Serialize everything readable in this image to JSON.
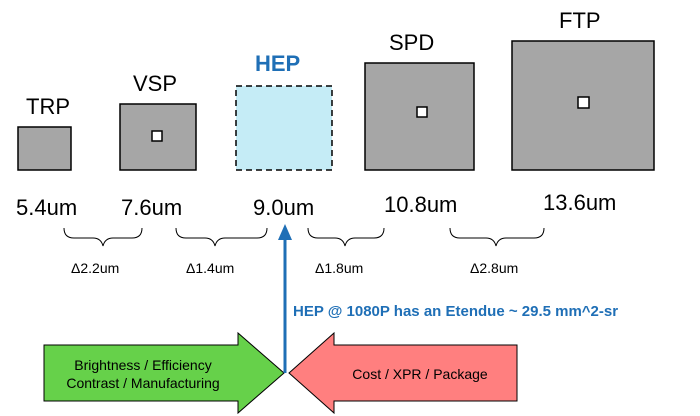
{
  "colors": {
    "chip_fill": "#a6a6a6",
    "hep_fill": "#c5ecf6",
    "hep_accent": "#1f6fb6",
    "left_arrow": "#66d14a",
    "right_arrow": "#ff7f7f"
  },
  "chips": [
    {
      "name": "TRP",
      "size": "5.4um",
      "has_pixel": false
    },
    {
      "name": "VSP",
      "size": "7.6um",
      "has_pixel": true
    },
    {
      "name": "HEP",
      "size": "9.0um",
      "has_pixel": false
    },
    {
      "name": "SPD",
      "size": "10.8um",
      "has_pixel": true
    },
    {
      "name": "FTP",
      "size": "13.6um",
      "has_pixel": true
    }
  ],
  "deltas": [
    "Δ2.2um",
    "Δ1.4um",
    "Δ1.8um",
    "Δ2.8um"
  ],
  "note": "HEP @ 1080P has an Etendue ~ 29.5 mm^2-sr",
  "left_arrow": {
    "line1": "Brightness / Efficiency",
    "line2": "Contrast / Manufacturing"
  },
  "right_arrow": {
    "line1": "Cost / XPR / Package"
  }
}
